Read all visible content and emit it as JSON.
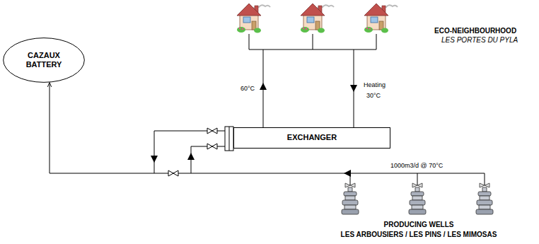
{
  "diagram": {
    "nodes": [
      {
        "text": [
          "CAZAUX BATTERY"
        ]
      },
      {
        "text": [
          "EXCHANGER"
        ]
      }
    ],
    "edges": [
      {
        "from": 1,
        "to": 0,
        "arrow": "to"
      }
    ],
    "labels": [
      "ECO-NEIGHBOURHOOD",
      "LES PORTES DU PYLA",
      "60°C",
      "Heating",
      "30°C",
      "1000m3/d @ 70°C",
      "PRODUCING WELLS",
      "LES ARBOUSIERS / LES PINS / LES MIMOSAS"
    ]
  }
}
